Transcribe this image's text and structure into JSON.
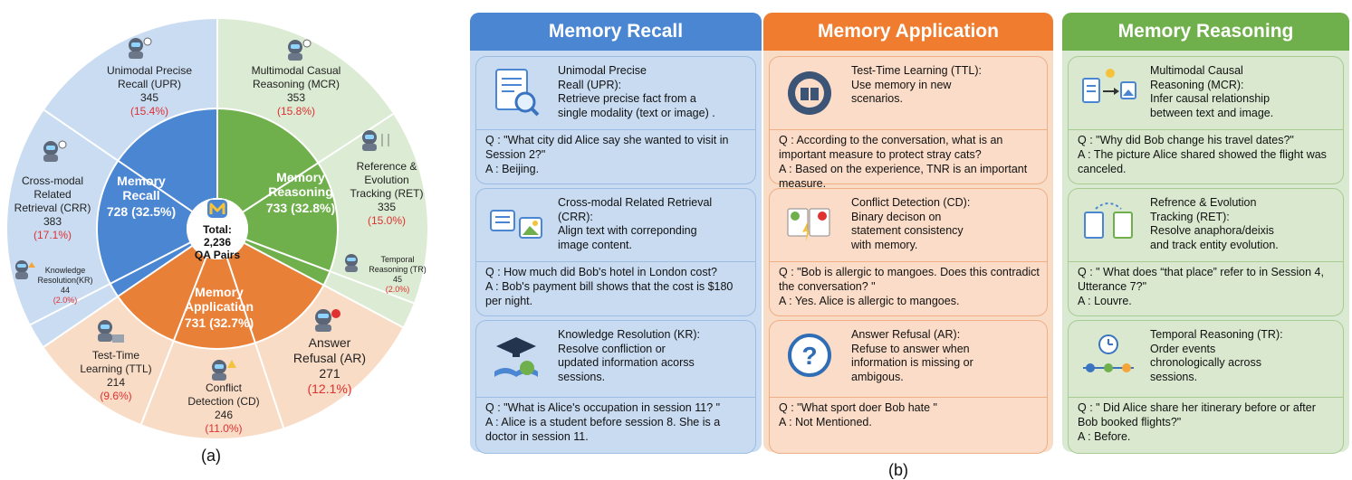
{
  "panel_a": {
    "caption": "(a)",
    "center": {
      "line1": "Total:",
      "line2": "2,236",
      "line3": "QA Pairs"
    },
    "groups": [
      {
        "name": "Memory Recall",
        "count": "728 (32.5%)"
      },
      {
        "name": "Memory Reasoning",
        "count": "733 (32.8%)"
      },
      {
        "name": "Memory Application",
        "count": "731 (32.7%)"
      }
    ],
    "segments": [
      {
        "name": "Unimodal Precise Recall (UPR)",
        "count": "345",
        "pct": "(15.4%)"
      },
      {
        "name": "Multimodal Casual Reasoning (MCR)",
        "count": "353",
        "pct": "(15.8%)"
      },
      {
        "name": "Reference & Evolution Tracking (RET)",
        "count": "335",
        "pct": "(15.0%)"
      },
      {
        "name": "Temporal Reasoning (TR)",
        "count": "45",
        "pct": "(2.0%)"
      },
      {
        "name": "Answer Refusal (AR)",
        "count": "271",
        "pct": "(12.1%)"
      },
      {
        "name": "Conflict Detection (CD)",
        "count": "246",
        "pct": "(11.0%)"
      },
      {
        "name": "Test-Time Learning (TTL)",
        "count": "214",
        "pct": "(9.6%)"
      },
      {
        "name": "Knowledge Resolution(KR)",
        "count": "44",
        "pct": "(2.0%)"
      },
      {
        "name": "Cross-modal Related Retrieval (CRR)",
        "count": "383",
        "pct": "(17.1%)"
      }
    ],
    "colors": {
      "recall": "#4a86d2",
      "reasoning": "#6fb04c",
      "application": "#e98038",
      "recall_outer": "#c9dcf2",
      "reasoning_outer": "#dcebd3",
      "application_outer": "#f9dcc6"
    }
  },
  "panel_b": {
    "caption": "(b)",
    "columns": [
      {
        "title": "Memory Recall",
        "cards": [
          {
            "icon": "document-search-icon",
            "desc": [
              "Unimodal Precise",
              "Reall (UPR):",
              "Retrieve precise fact from a",
              "single  modality (text or image) ."
            ],
            "qa": [
              "Q : \"What city did Alice say she wanted to visit in Session 2?\"",
              "A : Beijing."
            ]
          },
          {
            "icon": "text-image-link-icon",
            "desc": [
              "Cross-modal Related Retrieval",
              "(CRR):",
              "Align text with correponding",
              "image content."
            ],
            "qa": [
              "Q : How much did Bob's hotel in London cost?",
              "A : Bob's payment bill shows that the cost is $180 per night."
            ]
          },
          {
            "icon": "graduation-book-icon",
            "desc": [
              "Knowledge Resolution (KR):",
              "Resolve confliction or",
              "updated information acorss",
              "sessions."
            ],
            "qa": [
              "Q : \"What is Alice's occupation in session 11? \"",
              "A : Alice is a student before session 8. She is a doctor in session 11."
            ]
          }
        ]
      },
      {
        "title": "Memory Application",
        "cards": [
          {
            "icon": "book-gear-icon",
            "desc": [
              "Test-Time Learning (TTL):",
              "Use memory in new",
              "scenarios."
            ],
            "qa": [
              "Q : According to the conversation, what is an important measure to protect stray cats?",
              "A : Based on the experience, TNR is an important measure."
            ]
          },
          {
            "icon": "check-cross-documents-icon",
            "desc": [
              "Conflict Detection (CD):",
              "Binary decison on",
              "statement consistency",
              "with memory."
            ],
            "qa": [
              "Q : \"Bob is allergic to mangoes. Does this contradict the conversation? \"",
              "A : Yes. Alice is allergic to mangoes."
            ]
          },
          {
            "icon": "question-bubble-icon",
            "desc": [
              "Answer Refusal (AR):",
              "Refuse to answer when",
              "information is missing or",
              "ambigous."
            ],
            "qa": [
              "Q : \"What sport doer Bob hate \"",
              "A : Not Mentioned."
            ]
          }
        ]
      },
      {
        "title": "Memory Reasoning",
        "cards": [
          {
            "icon": "text-to-image-icon",
            "desc": [
              "Multimodal Causal",
              "Reasoning (MCR):",
              "Infer causal relationship",
              "between text and image."
            ],
            "qa": [
              "Q : \"Why did Bob change his travel dates?\"",
              "A : The picture Alice shared  showed the flight was canceled."
            ]
          },
          {
            "icon": "document-tracking-icon",
            "desc": [
              "Refrence & Evolution",
              "Tracking (RET):",
              "Resolve anaphora/deixis",
              "and track entity evolution."
            ],
            "qa": [
              "Q : \" What does “that place” refer to in Session 4, Utterance 7?\"",
              "A :  Louvre."
            ]
          },
          {
            "icon": "clock-timeline-icon",
            "desc": [
              "Temporal Reasoning (TR):",
              "Order events",
              "chronologically across",
              "sessions."
            ],
            "qa": [
              "Q : \" Did Alice share her itinerary before or after Bob booked flights?\"",
              "A : Before."
            ]
          }
        ]
      }
    ]
  }
}
